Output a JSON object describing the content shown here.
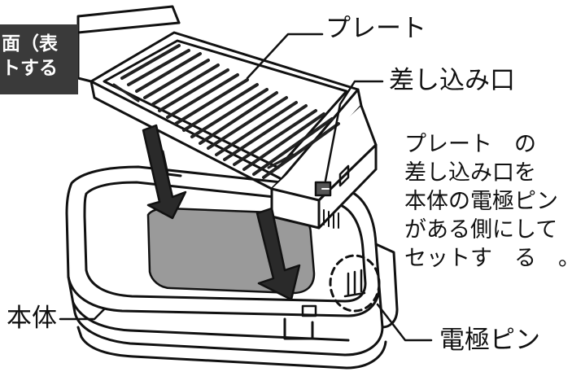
{
  "labels": {
    "plate": "プレート",
    "slot": "差し込み口",
    "body": "本体",
    "pin": "電極ピン"
  },
  "instruction": [
    "プレート　の",
    "差し込み口を",
    "本体の電極ピン",
    "がある側にして",
    "セットす　る　。"
  ],
  "banner": {
    "line1": "面（表",
    "line2": "トする"
  }
}
